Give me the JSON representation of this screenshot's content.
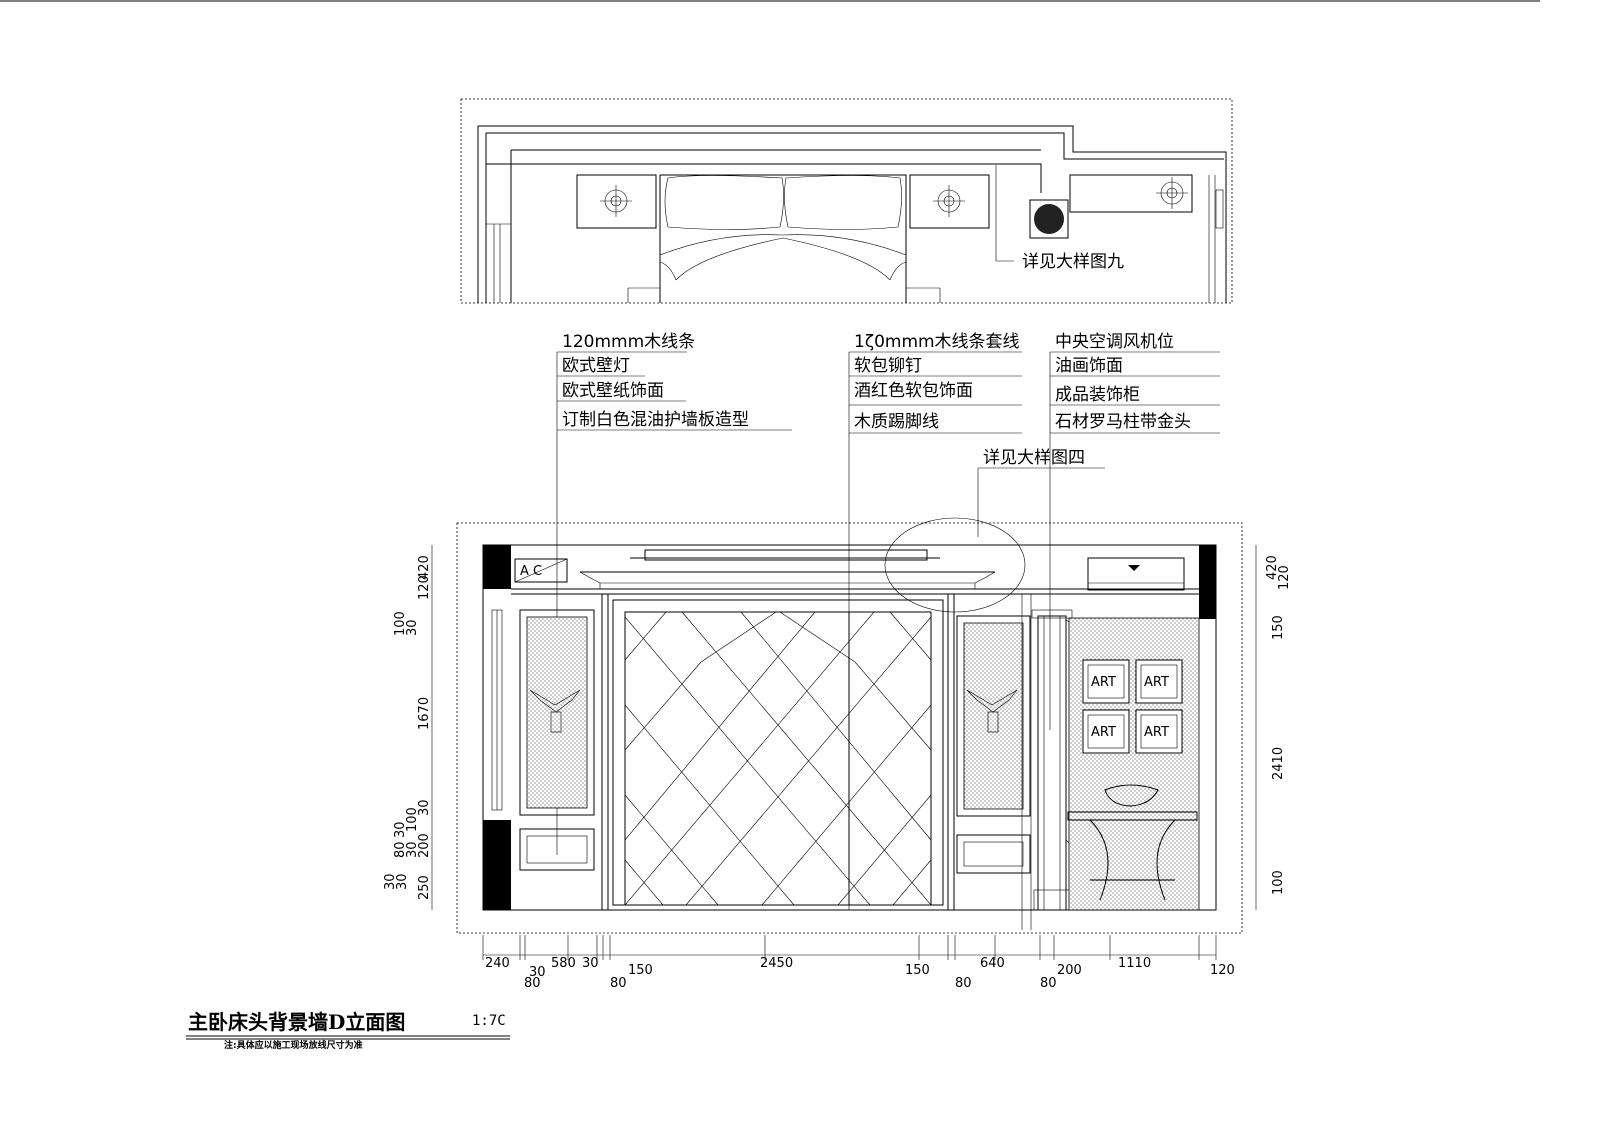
{
  "plan": {
    "callout": "详见大样图九"
  },
  "labels": {
    "left": [
      "120mmm木线条",
      "欧式壁灯",
      "欧式壁纸饰面",
      "订制白色混油护墙板造型"
    ],
    "center": [
      "1ζ0mmm木线条套线",
      "软包铆钉",
      "酒红色软包饰面",
      "木质踢脚线"
    ],
    "right": [
      "中央空调风机位",
      "油画饰面",
      "成品装饰柜",
      "石材罗马柱带金头"
    ],
    "detail4": "详见大样图四"
  },
  "elevation": {
    "ac_box_text": "A    C",
    "art": [
      "ART",
      "ART",
      "ART",
      "ART"
    ]
  },
  "dims": {
    "bottom": [
      "240",
      "30",
      "80",
      "580",
      "30",
      "80",
      "150",
      "2450",
      "150",
      "80",
      "640",
      "80",
      "200",
      "1110",
      "120"
    ],
    "left": [
      "420",
      "120",
      "100",
      "30",
      "1670",
      "30",
      "100",
      "30",
      "80",
      "30",
      "200",
      "30",
      "30",
      "250"
    ],
    "right": [
      "420",
      "120",
      "150",
      "2410",
      "100"
    ]
  },
  "title": {
    "main": "主卧床头背景墙D立面图",
    "scale": "1:7С",
    "note": "注:具体应以施工现场放线尺寸为准"
  }
}
